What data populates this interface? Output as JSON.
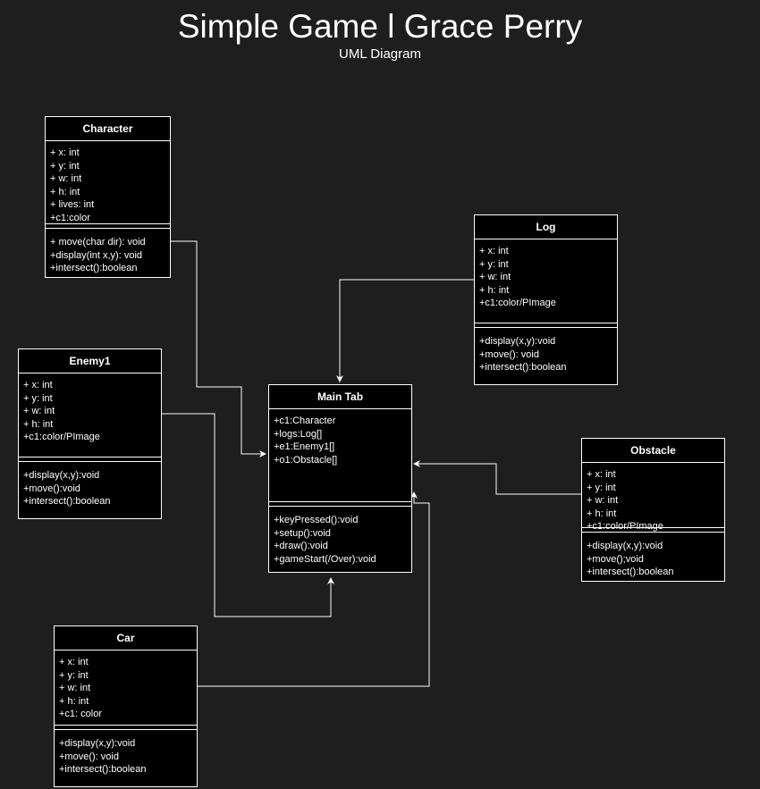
{
  "title": "Simple Game l Grace Perry",
  "subtitle": "UML Diagram",
  "classes": {
    "character": {
      "name": "Character",
      "attributes": [
        "+ x: int",
        "+ y: int",
        "+ w: int",
        "+ h: int",
        "+ lives: int",
        "+c1:color"
      ],
      "methods": [
        "+ move(char dir): void",
        "+display(int x,y): void",
        "+intersect():boolean"
      ]
    },
    "log": {
      "name": "Log",
      "attributes": [
        "+ x: int",
        "+ y: int",
        "+ w: int",
        "+ h: int",
        "+c1:color/PImage"
      ],
      "methods": [
        "+display(x,y):void",
        "+move(): void",
        "+intersect():boolean"
      ]
    },
    "enemy1": {
      "name": "Enemy1",
      "attributes": [
        "+ x: int",
        "+ y: int",
        "+ w: int",
        "+ h: int",
        "+c1:color/PImage"
      ],
      "methods": [
        "+display(x,y):void",
        "+move():void",
        "+intersect():boolean"
      ]
    },
    "main_tab": {
      "name": "Main Tab",
      "attributes": [
        "+c1:Character",
        "+logs:Log[]",
        "+e1:Enemy1[]",
        "+o1:Obstacle[]"
      ],
      "methods": [
        "+keyPressed():void",
        "+setup():void",
        "+draw():void",
        "+gameStart(/Over):void"
      ]
    },
    "obstacle": {
      "name": "Obstacle",
      "attributes": [
        "+ x: int",
        "+ y: int",
        "+ w: int",
        "+ h: int",
        "+c1:color/PImage"
      ],
      "methods": [
        "+display(x,y):void",
        "+move();void",
        "+intersect():boolean"
      ]
    },
    "car": {
      "name": "Car",
      "attributes": [
        "+ x: int",
        "+ y: int",
        "+ w: int",
        "+ h: int",
        "+c1: color"
      ],
      "methods": [
        "+display(x,y):void",
        "+move(): void",
        "+intersect():boolean"
      ]
    }
  }
}
